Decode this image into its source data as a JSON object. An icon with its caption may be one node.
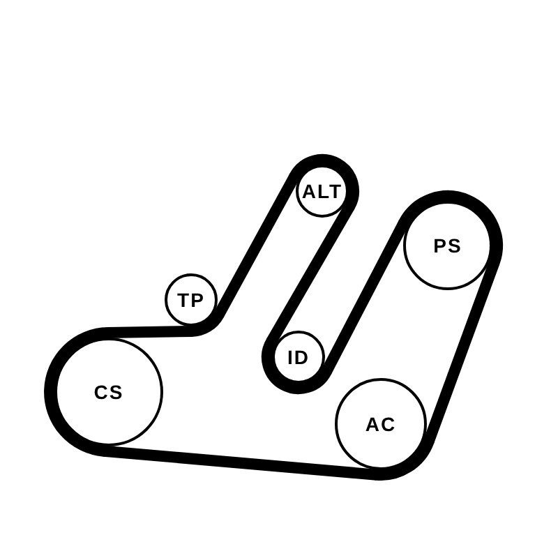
{
  "diagram": {
    "nodes": [
      {
        "text": [
          "ALT"
        ]
      },
      {
        "text": [
          "PS"
        ]
      },
      {
        "text": [
          "TP"
        ]
      },
      {
        "text": [
          "ID"
        ]
      },
      {
        "text": [
          "CS"
        ]
      },
      {
        "text": [
          "AC"
        ]
      }
    ],
    "edges": [
      {
        "from": 4,
        "to": 2,
        "arrow": "none"
      },
      {
        "from": 2,
        "to": 0,
        "arrow": "none"
      },
      {
        "from": 0,
        "to": 3,
        "arrow": "none"
      },
      {
        "from": 3,
        "to": 1,
        "arrow": "none"
      },
      {
        "from": 1,
        "to": 5,
        "arrow": "none"
      },
      {
        "from": 5,
        "to": 4,
        "arrow": "none"
      }
    ]
  }
}
